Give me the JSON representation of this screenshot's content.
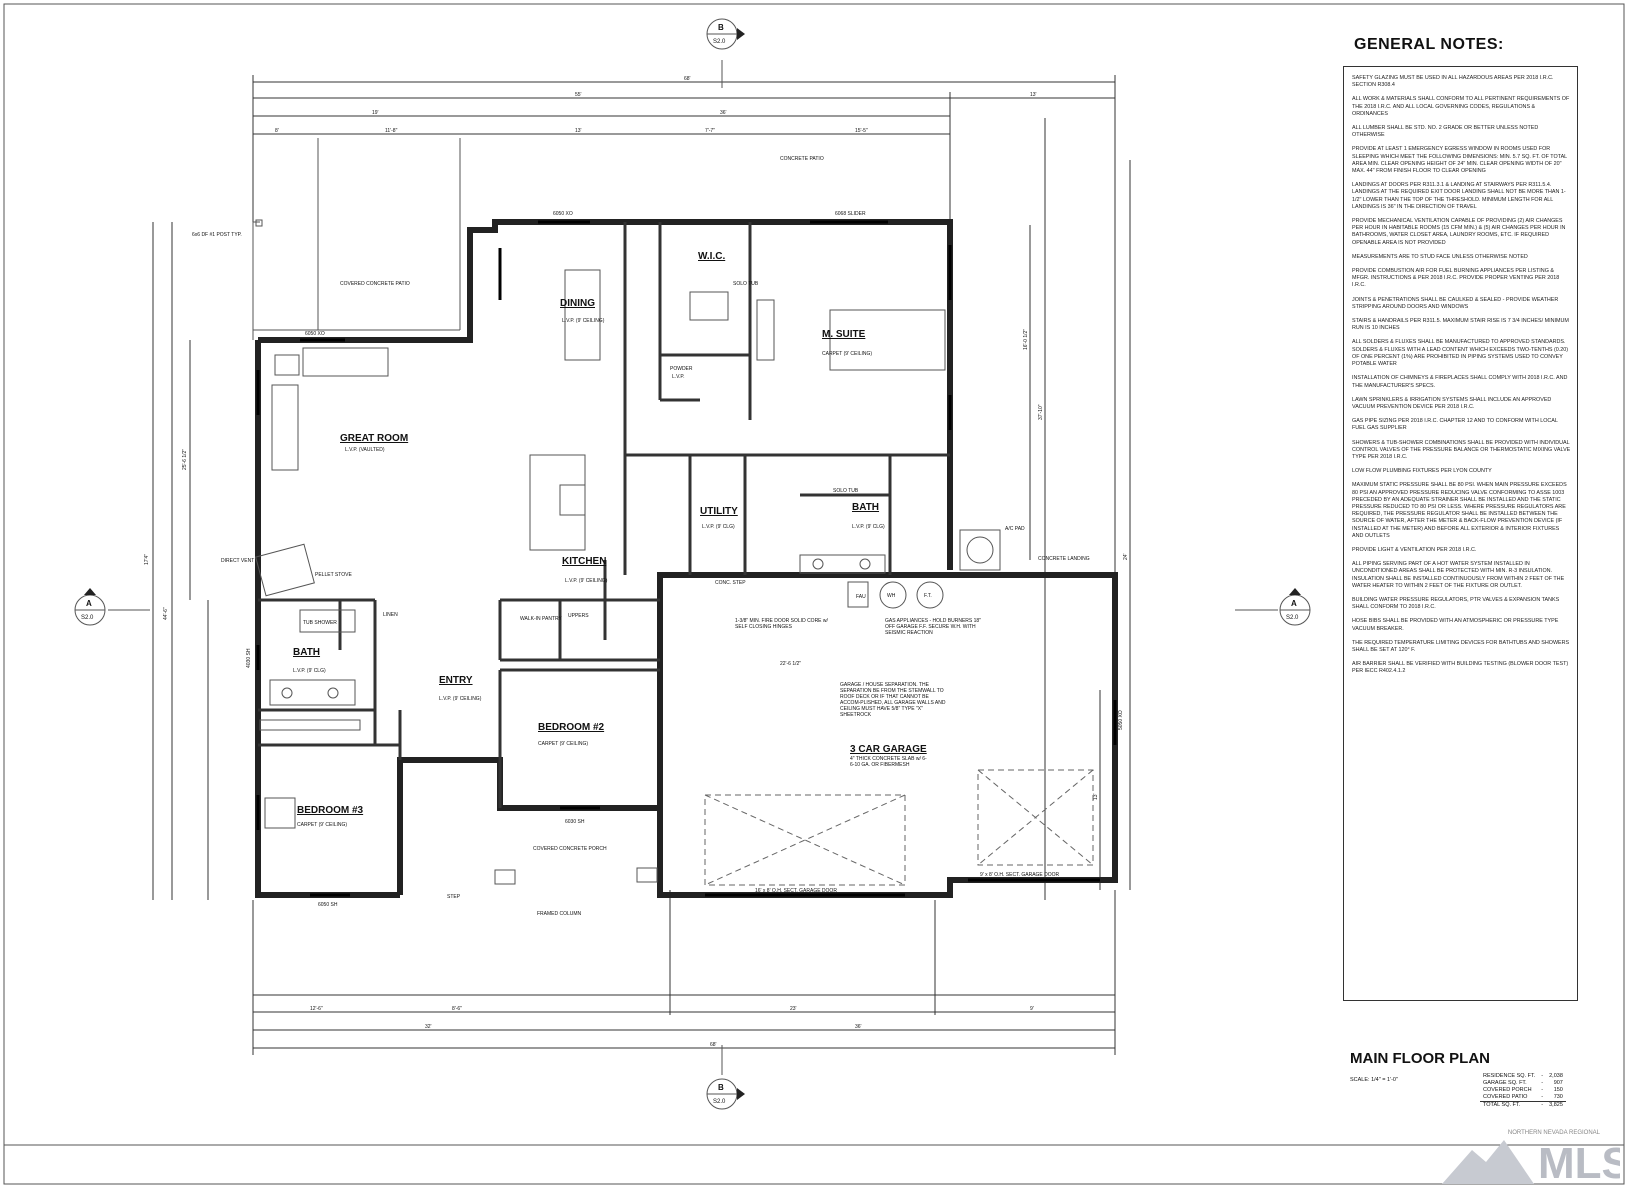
{
  "rooms": {
    "great_room": {
      "name": "GREAT ROOM",
      "sub": "L.V.P. (VAULTED)"
    },
    "dining": {
      "name": "DINING",
      "sub": "L.V.P. (9' CEILING)"
    },
    "kitchen": {
      "name": "KITCHEN",
      "sub": "L.V.P. (9' CEILING)"
    },
    "m_suite": {
      "name": "M. SUITE",
      "sub": "CARPET (9' CEILING)"
    },
    "wic": {
      "name": "W.I.C."
    },
    "powder": {
      "name": "POWDER",
      "sub": "L.V.P."
    },
    "utility": {
      "name": "UTILITY",
      "sub": "L.V.P. (9' CLG)"
    },
    "bath_master": {
      "name": "BATH",
      "sub": "L.V.P. (9' CLG)"
    },
    "bath_hall": {
      "name": "BATH",
      "sub": "L.V.P. (9' CLG)"
    },
    "entry": {
      "name": "ENTRY",
      "sub": "L.V.P. (9' CEILING)"
    },
    "bedroom2": {
      "name": "BEDROOM #2",
      "sub": "CARPET (9' CEILING)"
    },
    "bedroom3": {
      "name": "BEDROOM #3",
      "sub": "CARPET (9' CEILING)"
    },
    "garage": {
      "name": "3 CAR GARAGE",
      "sub": "4\" THICK CONCRETE SLAB w/ 6-6-10 GA. OR FIBERMESH"
    }
  },
  "labels": {
    "covered_patio": "COVERED CONCRETE PATIO",
    "concrete_patio": "CONCRETE PATIO",
    "covered_porch": "COVERED CONCRETE PORCH",
    "framed_column": "FRAMED COLUMN",
    "post": "6x6 DF #1 POST TYP.",
    "direct_vent": "DIRECT VENT",
    "pellet_stove": "PELLET STOVE",
    "walk_in_pantry": "WALK-IN PANTRY",
    "ac_pad": "A/C PAD",
    "concrete_landing": "CONCRETE LANDING",
    "fire_door": "1-3/8\" MIN. FIRE DOOR SOLID CORE w/ SELF CLOSING HINGES",
    "gas_appliances": "GAS APPLIANCES - HOLD BURNERS 18\" OFF GARAGE F.F. SECURE W.H. WITH SEISMIC REACTION",
    "garage_separation": "GARAGE / HOUSE SEPARATION. THE SEPARATION BE FROM THE STEMWALL TO ROOF DECK OR IF THAT CANNOT BE ACCOM-PLISHED, ALL GARAGE WALLS AND CEILING MUST HAVE 5/8\" TYPE \"X\" SHEETROCK",
    "garage_door_1": "16' x 8' O.H. SECT. GARAGE DOOR",
    "garage_door_2": "9' x 8' O.H. SECT. GARAGE DOOR",
    "slider_1": "6050 XO",
    "slider_2": "6068 SLIDER",
    "slider_3": "6050 XO",
    "win_1": "6050 SH",
    "win_2": "6030 SH",
    "win_3": "5050 XO",
    "win_4": "4030 SH",
    "fau": "FAU",
    "wh": "WH",
    "ft": "F.T.",
    "solo_tub": "SOLO TUB",
    "tub_shower": "TUB SHOWER",
    "linen": "LINEN",
    "cond_step": "CONC. STEP",
    "step": "STEP",
    "upper": "UPPERS"
  },
  "dims": {
    "overall_top": "68'",
    "top_a": "55'",
    "top_b": "13'",
    "top_c": "19'",
    "top_d": "36'",
    "top_e": "8'",
    "top_f": "11'-8\"",
    "top_g": "13'",
    "top_h": "7'-7\"",
    "top_i": "15'-5\"",
    "left_overall": "44'-6\"",
    "left_a": "25'-6 1/2\"",
    "left_b": "17'4\"",
    "right_a": "37'-10\"",
    "right_b": "16'-0 1/2\"",
    "right_c": "24'",
    "garage_w": "22'-6 1/2\"",
    "garage_depth": "13'",
    "bot_a": "12'-6\"",
    "bot_b": "8'-6\"",
    "bot_c": "23'",
    "bot_d": "9'",
    "bot_e": "32'",
    "bot_f": "36'",
    "overall_bot": "68'"
  },
  "sections": {
    "marker_letter_top": "B",
    "marker_letter_side": "A",
    "marker_sheet": "S2.0"
  },
  "notes_title": "GENERAL NOTES:",
  "notes": [
    "SAFETY GLAZING MUST BE USED IN ALL HAZARDOUS AREAS PER 2018 I.R.C. SECTION R308.4",
    "ALL WORK & MATERIALS SHALL CONFORM TO ALL PERTINENT REQUIREMENTS OF THE 2018 I.R.C. AND ALL LOCAL GOVERNING CODES, REGULATIONS & ORDINANCES",
    "ALL LUMBER SHALL BE STD. NO. 2 GRADE OR BETTER UNLESS NOTED OTHERWISE",
    "PROVIDE AT LEAST 1 EMERGENCY EGRESS WINDOW IN ROOMS USED FOR SLEEPING WHICH MEET THE FOLLOWING DIMENSIONS: MIN. 5.7 SQ. FT. OF TOTAL AREA MIN. CLEAR OPENING HEIGHT OF 24\" MIN. CLEAR OPENING WIDTH OF 20\" MAX. 44\" FROM FINISH FLOOR TO CLEAR OPENING",
    "LANDINGS AT DOORS PER R311.3.1 & LANDING AT STAIRWAYS PER R311.5.4. LANDINGS AT THE REQUIRED EXIT DOOR LANDING SHALL NOT BE MORE THAN 1-1/2\" LOWER THAN THE TOP OF THE THRESHOLD. MINIMUM LENGTH FOR ALL LANDINGS IS 36\" IN THE DIRECTION OF TRAVEL",
    "PROVIDE MECHANICAL VENTILATION CAPABLE OF PROVIDING (2) AIR CHANGES PER HOUR IN HABITABLE ROOMS (15 CFM MIN.) & (5) AIR CHANGES PER HOUR IN BATHROOMS, WATER CLOSET AREA, LAUNDRY ROOMS, ETC. IF REQUIRED OPENABLE AREA IS NOT PROVIDED",
    "MEASUREMENTS ARE TO STUD FACE UNLESS OTHERWISE NOTED",
    "PROVIDE COMBUSTION AIR FOR FUEL BURNING APPLIANCES PER LISTING & MFGR. INSTRUCTIONS & PER 2018 I.R.C. PROVIDE PROPER VENTING PER 2018 I.R.C.",
    "JOINTS & PENETRATIONS SHALL BE CAULKED & SEALED - PROVIDE WEATHER STRIPPING AROUND DOORS AND WINDOWS",
    "STAIRS & HANDRAILS PER R311.5. MAXIMUM STAIR RISE IS 7 3/4 INCHES/ MINIMUM RUN IS 10 INCHES",
    "ALL SOLDERS & FLUXES SHALL BE MANUFACTURED TO APPROVED STANDARDS. SOLDERS & FLUXES WITH A LEAD CONTENT WHICH EXCEEDS TWO-TENTHS (0.20) OF ONE PERCENT (1%) ARE PROHIBITED IN PIPING SYSTEMS USED TO CONVEY POTABLE WATER",
    "INSTALLATION OF CHIMNEYS & FIREPLACES SHALL COMPLY WITH 2018 I.R.C. AND THE MANUFACTURER'S SPECS.",
    "LAWN SPRINKLERS & IRRIGATION SYSTEMS SHALL INCLUDE AN APPROVED VACUUM PREVENTION DEVICE PER 2018 I.R.C.",
    "GAS PIPE SIZING PER 2018 I.R.C. CHAPTER 12 AND TO CONFORM WITH LOCAL FUEL GAS SUPPLIER",
    "SHOWERS & TUB-SHOWER COMBINATIONS SHALL BE PROVIDED WITH INDIVIDUAL CONTROL VALVES OF THE PRESSURE BALANCE OR THERMOSTATIC MIXING VALVE TYPE PER 2018 I.R.C.",
    "LOW FLOW PLUMBING FIXTURES PER LYON COUNTY",
    "MAXIMUM STATIC PRESSURE SHALL BE 80 PSI. WHEN MAIN PRESSURE EXCEEDS 80 PSI AN APPROVED PRESSURE REDUCING VALVE CONFORMING TO ASSE 1003 PRECEDED BY AN ADEQUATE STRAINER SHALL BE INSTALLED AND THE STATIC PRESSURE REDUCED TO 80 PSI OR LESS. WHERE PRESSURE REGULATORS ARE REQUIRED, THE PRESSURE REGULATOR SHALL BE INSTALLED BETWEEN THE SOURCE OF WATER, AFTER THE METER & BACK-FLOW PREVENTION DEVICE (IF INSTALLED AT THE METER) AND BEFORE ALL EXTERIOR & INTERIOR FIXTURES AND OUTLETS",
    "PROVIDE LIGHT & VENTILATION PER 2018 I.R.C.",
    "ALL PIPING SERVING PART OF A HOT WATER SYSTEM INSTALLED IN UNCONDITIONED AREAS SHALL BE PROTECTED WITH MIN. R-3 INSULATION. INSULATION SHALL BE INSTALLED CONTINUOUSLY FROM WITHIN 2 FEET OF THE WATER HEATER TO WITHIN 2 FEET OF THE FIXTURE OR OUTLET.",
    "BUILDING WATER PRESSURE REGULATORS, PTR VALVES & EXPANSION TANKS SHALL CONFORM TO 2018 I.R.C.",
    "HOSE BIBS SHALL BE PROVIDED WITH AN ATMOSPHERIC OR PRESSURE TYPE VACUUM BREAKER.",
    "THE REQUIRED TEMPERATURE LIMITING DEVICES FOR BATHTUBS AND SHOWERS SHALL BE SET AT 120° F.",
    "AIR BARRIER SHALL BE VERIFIED WITH BUILDING TESTING (BLOWER DOOR TEST) PER IECC R402.4.1.2"
  ],
  "plan_title": "MAIN FLOOR PLAN",
  "scale": "SCALE: 1/4\" = 1'-0\"",
  "areas": [
    {
      "label": "RESIDENCE SQ. FT.",
      "value": "2,038"
    },
    {
      "label": "GARAGE SQ. FT.",
      "value": "907"
    },
    {
      "label": "COVERED PORCH",
      "value": "150"
    },
    {
      "label": "COVERED PATIO",
      "value": "730"
    }
  ],
  "areas_total": {
    "label": "TOTAL SQ. FT.",
    "value": "3,825"
  },
  "watermark": {
    "text": "MLS",
    "small": "NORTHERN NEVADA REGIONAL"
  },
  "colors": {
    "ink": "#111111",
    "watermark": "#b9bcc4"
  }
}
